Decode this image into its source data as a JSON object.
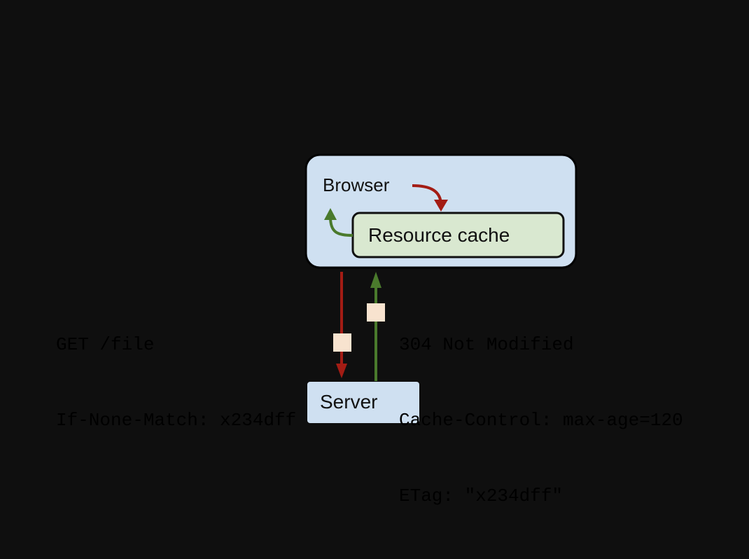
{
  "diagram": {
    "title": "HTTP conditional request with ETag validation",
    "browser": {
      "label": "Browser",
      "fill": "#cfe0f1",
      "stroke": "#000000"
    },
    "cache": {
      "label": "Resource cache",
      "fill": "#d9e8d0",
      "stroke": "#111111"
    },
    "server": {
      "label": "Server",
      "fill": "#cfe0f1"
    },
    "request": {
      "color": "#a31c14",
      "lines": [
        "GET /file",
        "If-None-Match: x234dff"
      ]
    },
    "response": {
      "color": "#4a7a2c",
      "lines": [
        "304 Not Modified",
        "Cache-Control: max-age=120",
        "ETag: \"x234dff\""
      ]
    },
    "packet_color": "#f8e3cf",
    "text_color": "#000000"
  }
}
